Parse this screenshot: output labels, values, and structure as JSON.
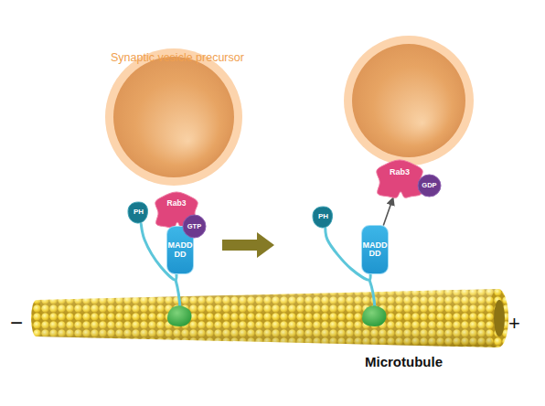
{
  "diagram": {
    "nodes": [
      {
        "text": [
          "PH"
        ]
      },
      {
        "text": [
          "Rab3"
        ]
      },
      {
        "text": [
          "GTP"
        ]
      },
      {
        "text": [
          "MADD DD"
        ]
      },
      {
        "text": [
          "PH"
        ]
      },
      {
        "text": [
          "MADD DD"
        ]
      },
      {
        "text": [
          "Rab3"
        ]
      },
      {
        "text": [
          "GDP"
        ]
      }
    ],
    "edges": [
      {
        "from": 0,
        "to": 3,
        "arrow": "none"
      },
      {
        "from": 4,
        "to": 5,
        "arrow": "none"
      },
      {
        "from": 5,
        "to": 6,
        "arrow": "to"
      }
    ],
    "labels": [
      "Synaptic vesicle precursor",
      "−",
      "+",
      "Microtubule"
    ]
  }
}
